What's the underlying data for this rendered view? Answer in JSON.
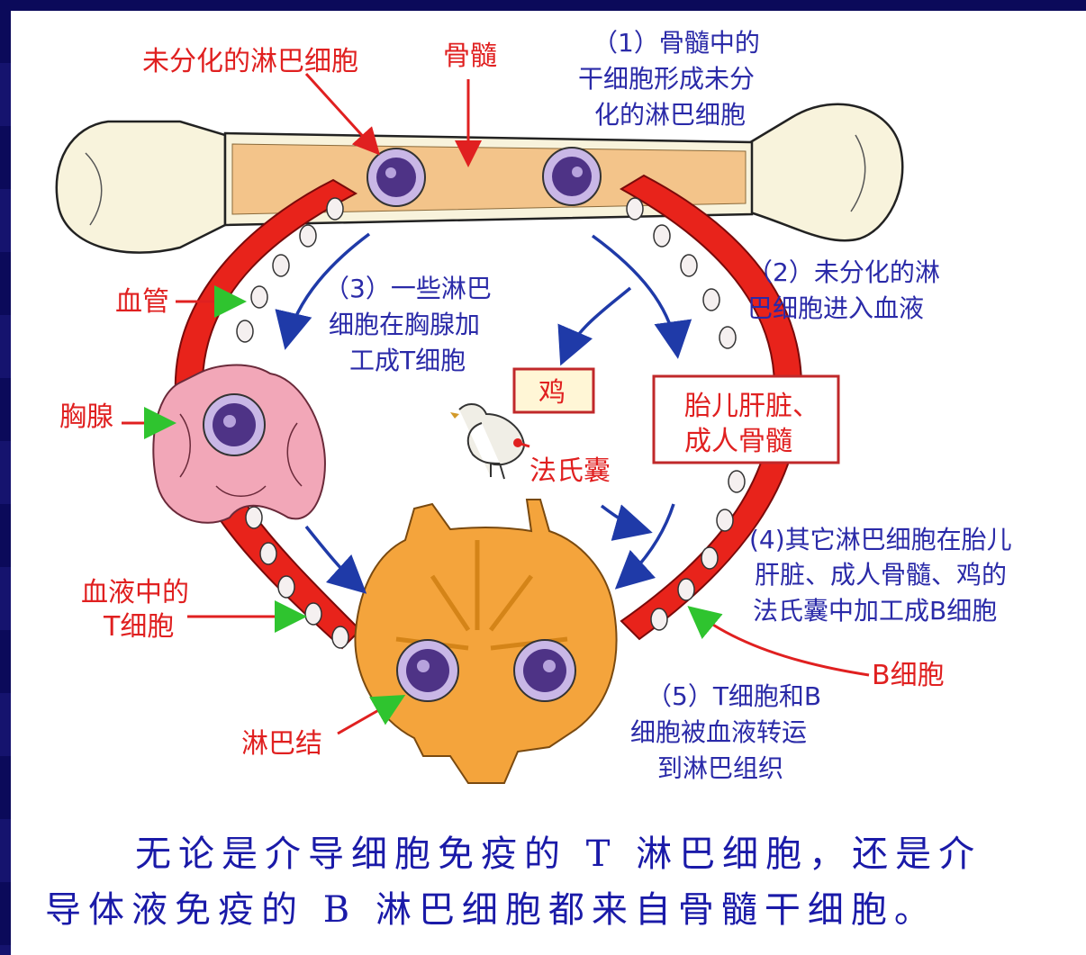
{
  "labels": {
    "undifferentiated_lymphocyte": "未分化的淋巴细胞",
    "bone_marrow": "骨髓",
    "blood_vessel": "血管",
    "thymus": "胸腺",
    "t_cell_in_blood_line1": "血液中的",
    "t_cell_in_blood_line2": "T细胞",
    "lymph_node": "淋巴结",
    "chicken": "鸡",
    "bursa": "法氏囊",
    "fetal_liver_line1": "胎儿肝脏、",
    "fetal_liver_line2": "成人骨髓",
    "b_cell": "B细胞"
  },
  "steps": {
    "step1": [
      "（1）骨髓中的",
      "干细胞形成未分",
      "化的淋巴细胞"
    ],
    "step2": [
      "（2）未分化的淋",
      "巴细胞进入血液"
    ],
    "step3": [
      "（3）一些淋巴",
      "细胞在胸腺加",
      "工成T细胞"
    ],
    "step4": [
      "(4)其它淋巴细胞在胎儿",
      "肝脏、成人骨髓、鸡的",
      "法氏囊中加工成B细胞"
    ],
    "step5": [
      "（5）T细胞和B",
      "细胞被血液转运",
      "到淋巴组织"
    ]
  },
  "caption": {
    "line1": "无论是介导细胞免疫的 T 淋巴细胞，还是介",
    "line2": "导体液免疫的 B 淋巴细胞都来自骨髓干细胞。"
  },
  "colors": {
    "red_label": "#e02020",
    "blue_label": "#2a2aa8",
    "vessel": "#e8231b",
    "marrow": "#f3c48a",
    "bone": "#f8f3dc",
    "thymus": "#f2a7b8",
    "node": "#f4a43c",
    "cell": "#5a3f8e",
    "arrow_blue": "#1f3aa8",
    "arrow_green": "#2fc42f"
  }
}
